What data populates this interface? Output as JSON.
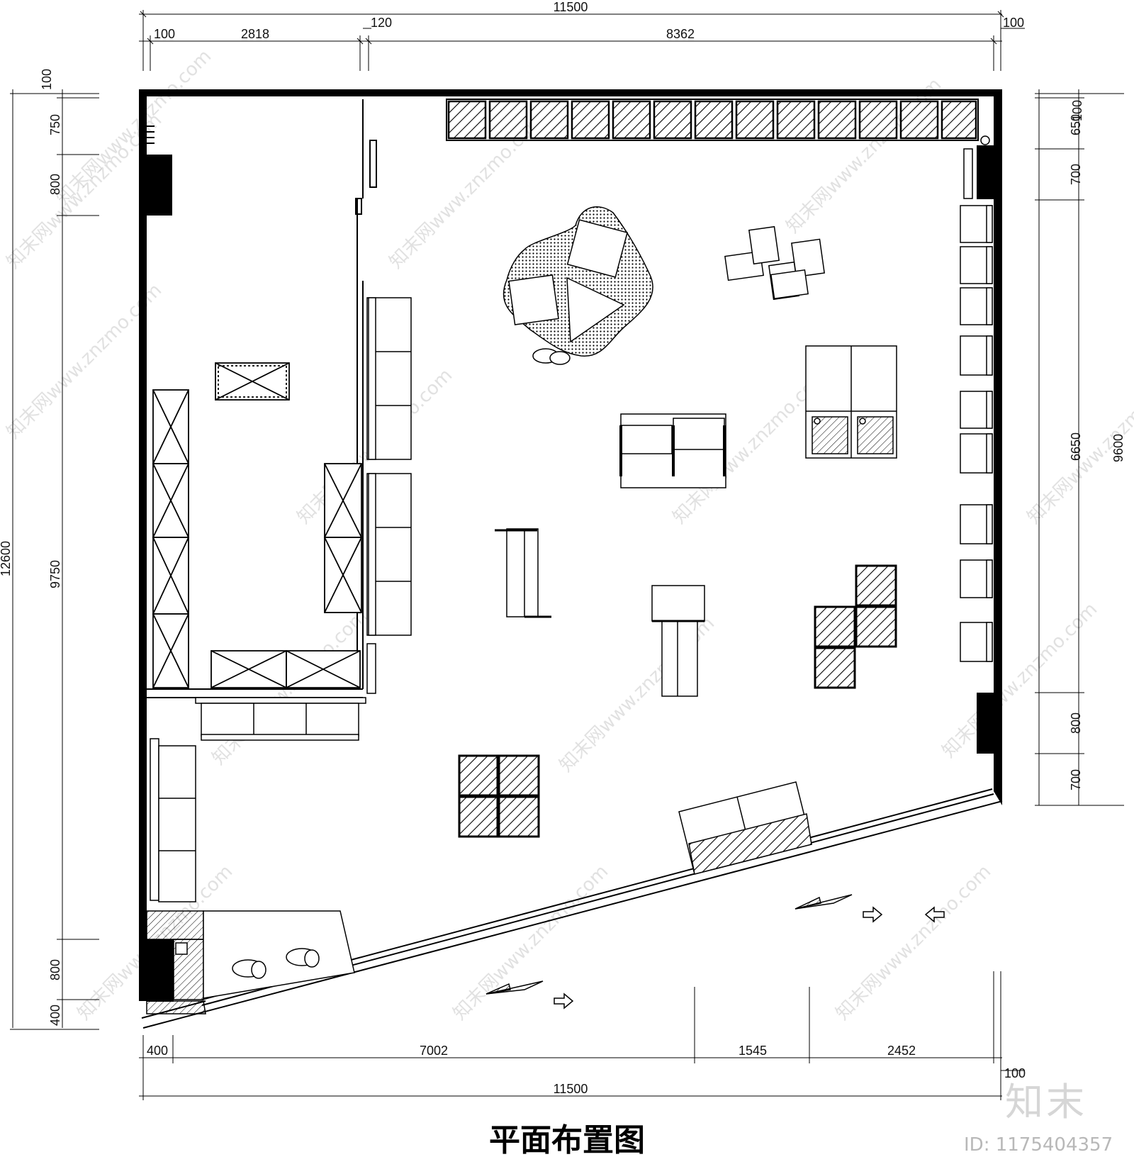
{
  "title": "平面布置图",
  "logo_text": "知末",
  "image_id": "ID: 1175404357",
  "watermark_text": "知末网www.znzmo.com",
  "dimensions": {
    "top_total": "11500",
    "top_seg_1": "100",
    "top_seg_2": "2818",
    "top_seg_3": "120",
    "top_seg_4": "8362",
    "top_seg_5": "100",
    "left_total": "12600",
    "left_seg_1": "100",
    "left_seg_2": "750",
    "left_seg_3": "800",
    "left_seg_4": "9750",
    "left_seg_5": "800",
    "left_seg_6": "400",
    "right_total": "9600",
    "right_seg_1": "100",
    "right_seg_2": "650",
    "right_seg_3": "700",
    "right_seg_4": "6650",
    "right_seg_5": "800",
    "right_seg_6": "700",
    "bottom_total": "11500",
    "bottom_seg_1": "400",
    "bottom_seg_2": "7002",
    "bottom_seg_3": "1545",
    "bottom_seg_4": "2452",
    "bottom_seg_5": "100"
  },
  "colors": {
    "line": "#000000",
    "watermark": "#c9c9c9"
  }
}
